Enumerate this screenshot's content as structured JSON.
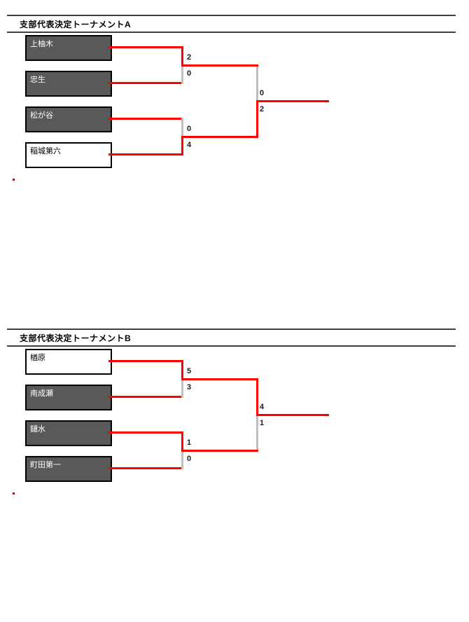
{
  "colors": {
    "winner_path_red": "#ff0000",
    "loser_connector_gray": "#bfbfbf",
    "team_box_dark_fill": "#595959",
    "team_box_light_fill": "#ffffff",
    "title_rule": "#3f3f3f"
  },
  "brackets": [
    {
      "title": "支部代表決定トーナメントA",
      "teams": [
        {
          "name": "上柚木",
          "style": "dark"
        },
        {
          "name": "忠生",
          "style": "dark"
        },
        {
          "name": "松が谷",
          "style": "dark"
        },
        {
          "name": "稲城第六",
          "style": "light"
        }
      ],
      "semifinals": [
        {
          "top_score": "2",
          "bottom_score": "0",
          "winner": "top"
        },
        {
          "top_score": "0",
          "bottom_score": "4",
          "winner": "bottom"
        }
      ],
      "final": {
        "top_score": "0",
        "bottom_score": "2",
        "winner": "bottom"
      }
    },
    {
      "title": "支部代表決定トーナメントB",
      "teams": [
        {
          "name": "楢原",
          "style": "light"
        },
        {
          "name": "南成瀬",
          "style": "dark"
        },
        {
          "name": "鑓水",
          "style": "dark"
        },
        {
          "name": "町田第一",
          "style": "dark"
        }
      ],
      "semifinals": [
        {
          "top_score": "5",
          "bottom_score": "3",
          "winner": "top"
        },
        {
          "top_score": "1",
          "bottom_score": "0",
          "winner": "top"
        }
      ],
      "final": {
        "top_score": "4",
        "bottom_score": "1",
        "winner": "top"
      }
    }
  ]
}
